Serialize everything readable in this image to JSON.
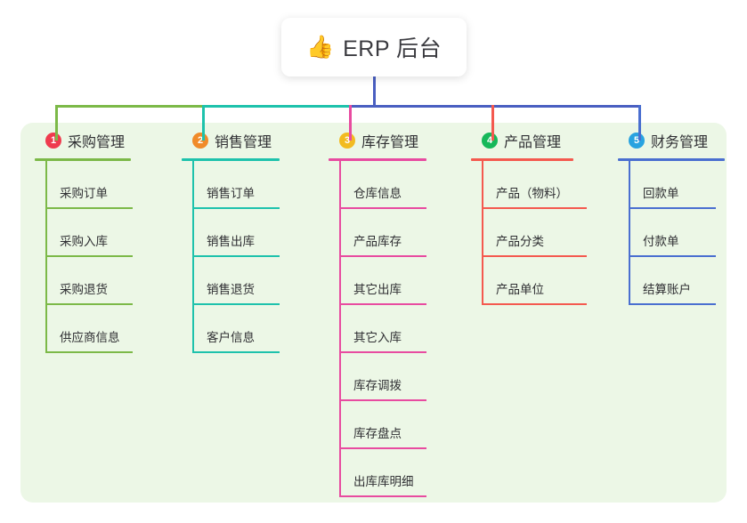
{
  "root": {
    "icon": "thumbs-up-emoji",
    "emoji": "👍",
    "title": "ERP 后台",
    "stem_color": "#4a5fc1"
  },
  "panel": {
    "background": "#ecf7e6"
  },
  "columns": [
    {
      "number": "1",
      "title": "采购管理",
      "badge_color": "#ef3b4e",
      "line_color": "#7cb948",
      "items": [
        {
          "label": "采购订单"
        },
        {
          "label": "采购入库"
        },
        {
          "label": "采购退货"
        },
        {
          "label": "供应商信息"
        }
      ]
    },
    {
      "number": "2",
      "title": "销售管理",
      "badge_color": "#f08b2a",
      "line_color": "#1ec2ac",
      "items": [
        {
          "label": "销售订单"
        },
        {
          "label": "销售出库"
        },
        {
          "label": "销售退货"
        },
        {
          "label": "客户信息"
        }
      ]
    },
    {
      "number": "3",
      "title": "库存管理",
      "badge_color": "#f2bb20",
      "line_color": "#e84ba0",
      "items": [
        {
          "label": "仓库信息"
        },
        {
          "label": "产品库存"
        },
        {
          "label": "其它出库"
        },
        {
          "label": "其它入库"
        },
        {
          "label": "库存调拨"
        },
        {
          "label": "库存盘点"
        },
        {
          "label": "出库库明细"
        }
      ]
    },
    {
      "number": "4",
      "title": "产品管理",
      "badge_color": "#16b85a",
      "line_color": "#f4594f",
      "items": [
        {
          "label": "产品（物料）"
        },
        {
          "label": "产品分类"
        },
        {
          "label": "产品单位"
        }
      ]
    },
    {
      "number": "5",
      "title": "财务管理",
      "badge_color": "#29a3e0",
      "line_color": "#4a6fd0",
      "items": [
        {
          "label": "回款单"
        },
        {
          "label": "付款单"
        },
        {
          "label": "结算账户"
        }
      ]
    }
  ]
}
